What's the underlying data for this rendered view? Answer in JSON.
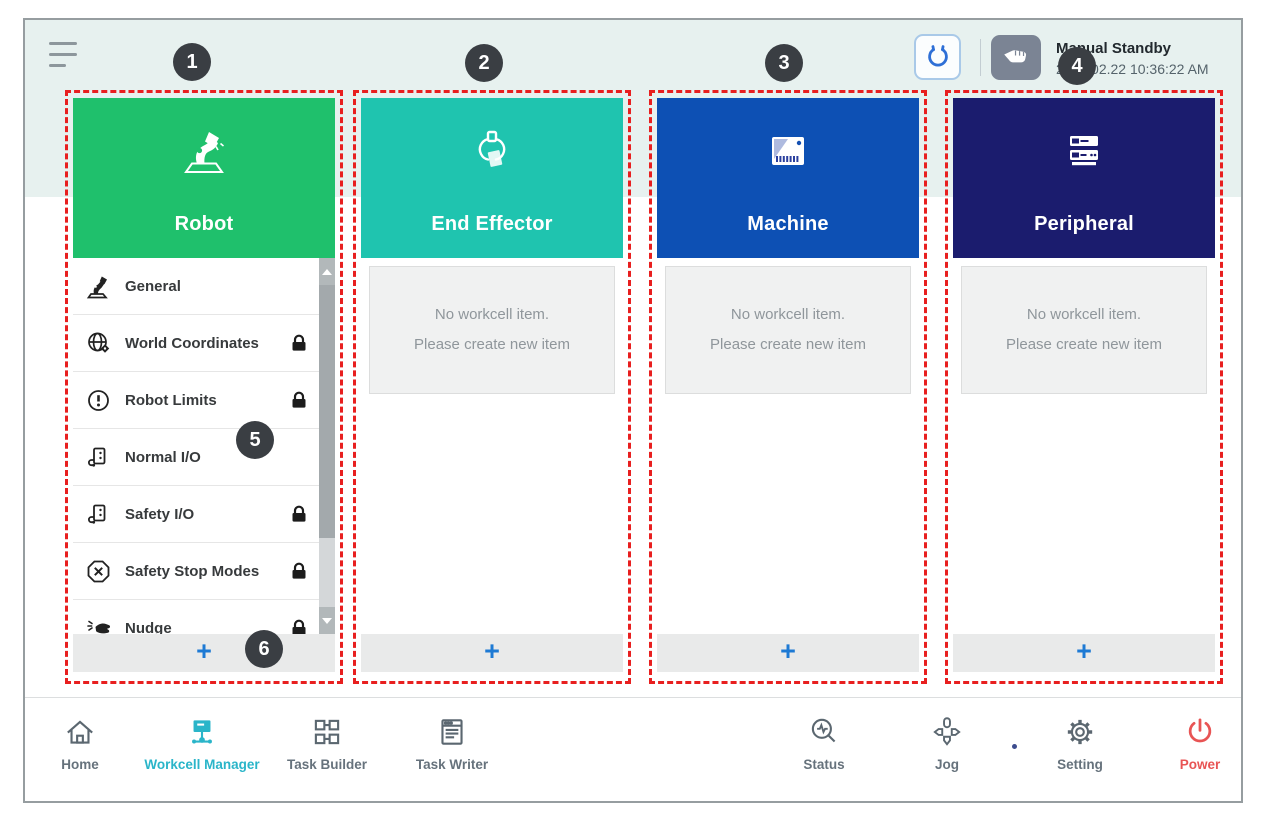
{
  "topbar": {
    "mode_label": "Manual Standby",
    "datetime": "2022.02.22 10:36:22 AM"
  },
  "columns": {
    "robot": {
      "title": "Robot",
      "add_label": "+",
      "items": [
        {
          "label": "General",
          "locked": false
        },
        {
          "label": "World Coordinates",
          "locked": true
        },
        {
          "label": "Robot Limits",
          "locked": true
        },
        {
          "label": "Normal I/O",
          "locked": false
        },
        {
          "label": "Safety I/O",
          "locked": true
        },
        {
          "label": "Safety Stop Modes",
          "locked": true
        },
        {
          "label": "Nudge",
          "locked": true
        }
      ]
    },
    "end_effector": {
      "title": "End Effector",
      "empty_line1": "No workcell item.",
      "empty_line2": "Please create new item",
      "add_label": "+"
    },
    "machine": {
      "title": "Machine",
      "empty_line1": "No workcell item.",
      "empty_line2": "Please create new item",
      "add_label": "+"
    },
    "peripheral": {
      "title": "Peripheral",
      "empty_line1": "No workcell item.",
      "empty_line2": "Please create new item",
      "add_label": "+"
    }
  },
  "nav": {
    "home": "Home",
    "workcell_manager": "Workcell Manager",
    "task_builder": "Task Builder",
    "task_writer": "Task Writer",
    "status": "Status",
    "jog": "Jog",
    "setting": "Setting",
    "power": "Power"
  },
  "badges": {
    "n1": "1",
    "n2": "2",
    "n3": "3",
    "n4": "4",
    "n5": "5",
    "n6": "6"
  },
  "colors": {
    "robot_header": "#1fc06c",
    "end_effector_header": "#1fc4af",
    "machine_header": "#0d50b4",
    "peripheral_header": "#1b1c6e",
    "nav_active": "#2ab5c9",
    "power": "#e85454",
    "annotation_red": "#e81f1f",
    "add_plus": "#1e7ad4",
    "badge_bg": "#3a3e43"
  }
}
